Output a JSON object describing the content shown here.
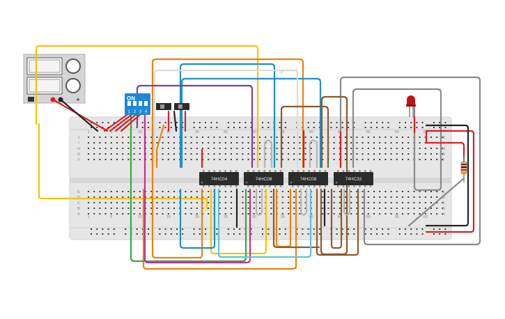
{
  "canvas": {
    "background": "#ffffff",
    "breadboard_color": "#e6e6e6",
    "hole_color": "#3a3a3a"
  },
  "power_supply": {
    "icon": "bench-power-supply-icon"
  },
  "dip_switch": {
    "label_on": "ON",
    "switch_labels": [
      "1",
      "2",
      "3",
      "4"
    ],
    "color": "#1e88d6"
  },
  "breadboard": {
    "column_numbers": [
      "1",
      "5",
      "10",
      "15",
      "20",
      "25",
      "30",
      "35",
      "40",
      "45",
      "50",
      "55",
      "60"
    ],
    "row_letters_top": [
      "J",
      "I",
      "H",
      "G",
      "F"
    ],
    "row_letters_bottom": [
      "E",
      "D",
      "C",
      "B",
      "A"
    ]
  },
  "chips": [
    {
      "label": "74HC04"
    },
    {
      "label": "74HC08"
    },
    {
      "label": "74HC08"
    },
    {
      "label": "74HC32"
    }
  ],
  "led": {
    "color": "#c0121a",
    "icon": "red-led-icon"
  },
  "resistor": {
    "icon": "resistor-icon"
  },
  "wire_colors": {
    "yellow": "#f2c500",
    "orange": "#e8830e",
    "blue": "#1f8fc6",
    "purple": "#7b3fa0",
    "gray": "#8a8a8a",
    "white": "#dcdcdc",
    "brown": "#8c5a2e",
    "green": "#3aa843",
    "magenta": "#c0309c",
    "cyan": "#5fc3d1",
    "red": "#d6202a",
    "black": "#222222"
  }
}
